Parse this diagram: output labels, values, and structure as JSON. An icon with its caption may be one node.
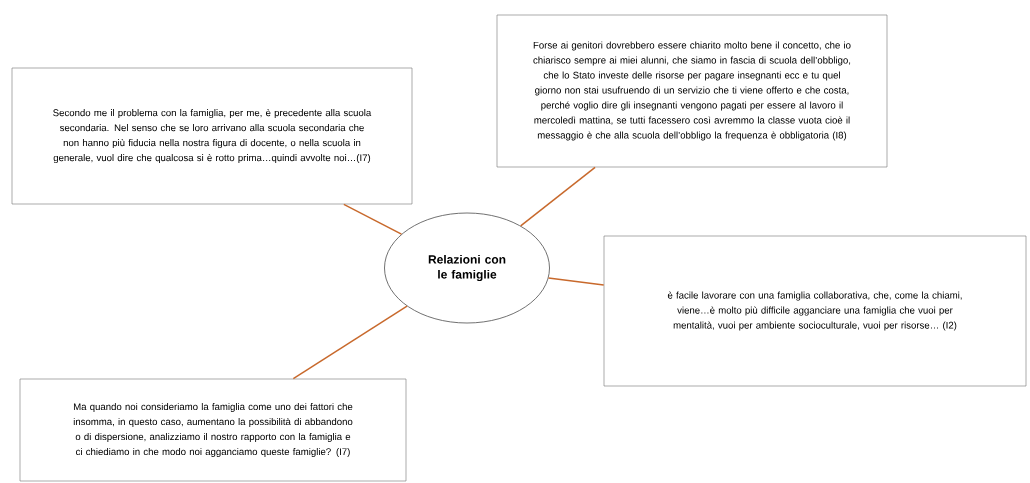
{
  "diagram": {
    "nodes": [
      {
        "text": [
          "Relazioni con le famiglie"
        ]
      },
      {
        "text": [
          "Secondo me il problema con la famiglia, per me, è precedente alla scuola secondaria. Nel senso che se loro arrivano alla scuola secondaria che non hanno più fiducia nella nostra figura di docente, o nella scuola in generale, vuol dire che qualcosa si è rotto prima…quindi avvolte noi…(I7)"
        ]
      },
      {
        "text": [
          "Forse ai genitori dovrebbero essere chiarito molto bene il concetto, che io chiarisco sempre ai miei alunni, che siamo in fascia di scuola dell’obbligo, che lo Stato investe delle risorse per pagare insegnanti ecc e tu quel giorno non stai usufruendo di un servizio che ti viene offerto e che costa, perché voglio dire gli insegnanti vengono pagati per essere al lavoro il mercoledì mattina, se tutti facessero così avremmo la classe vuota cioè il messaggio è che alla scuola dell’obbligo la frequenza è obbligatoria (I8)"
        ]
      },
      {
        "text": [
          "è facile lavorare con una famiglia collaborativa, che, come la chiami, viene…è molto più difficile agganciare una famiglia che vuoi per mentalità, vuoi per ambiente socioculturale, vuoi per risorse… (I2)"
        ]
      },
      {
        "text": [
          "Ma quando noi consideriamo la famiglia come uno dei fattori che insomma, in questo caso, aumentano la possibilità di abbandono o di dispersione, analizziamo il nostro rapporto con la famiglia e ci chiediamo in che modo noi agganciamo queste famiglie? (I7)"
        ]
      }
    ],
    "edges": [
      {
        "from": 0,
        "to": 1,
        "arrow": "none",
        "color": "#c8692c"
      },
      {
        "from": 0,
        "to": 2,
        "arrow": "none",
        "color": "#c8692c"
      },
      {
        "from": 0,
        "to": 3,
        "arrow": "none",
        "color": "#c8692c"
      },
      {
        "from": 0,
        "to": 4,
        "arrow": "none",
        "color": "#c8692c"
      }
    ]
  }
}
